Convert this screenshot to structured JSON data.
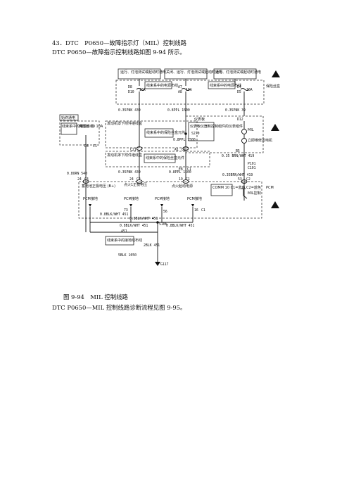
{
  "document": {
    "heading": "43．DTC　P0650—故障指示灯（MIL）控制线路",
    "intro": "DTC P0650—故障指示控制线路如图 9-94 所示。",
    "caption": "图 9-94　MIL 控制线路",
    "footnote": "DTC P0650—MIL 控制线路诊断流程见图 9-95。"
  },
  "diagram": {
    "relay_top_left": "运行、灯泡测试或起动时通电",
    "relay_top_mid": "关闭、运行、灯泡测试或起动时通电",
    "relay_top_right": "运行、灯泡测试或起动时通电",
    "fuse_block_label": "保险丝盒",
    "fuse_left_conn": "D8",
    "fuse_left_conn2": "D10",
    "fuse_left_rating": "10A",
    "fuse_left_bus": "线束系中的电源布线",
    "fuse_mid_conn": "A7",
    "fuse_mid_conn2": "A8",
    "fuse_mid_rating": "10A",
    "fuse_right_conn": "D4",
    "fuse_right_conn2": "D5",
    "fuse_right_rating": "10A",
    "fuse_right_bus": "线束系中的电源布线",
    "wire_left": "0.35PNK  439",
    "wire_mid": "0.8PPL  1500",
    "wire_right": "0.35PNK  39",
    "hot_label": "始终通电",
    "hot_bus": "线束系中的电源布线",
    "hot_fuse": "保险丝 19  10A",
    "hot_conn": "D8",
    "hot_c": "C1",
    "engine_fuse_block": "发动机罩下附件继线盒",
    "harness_fuse_ref1": "线束系中的保险丝盒元件",
    "splice_s270": "S270",
    "splice_c21": "C21",
    "splice_c2": "C2",
    "splice_a1": "A1",
    "wire_mid_lower": "0.8PPL  1500",
    "engine_fuse_block2": "发动机罩下附件继线盒",
    "harness_fuse_ref2": "线束系中的保险丝盒元件",
    "cluster_label": "仪表板",
    "cluster_desc": "仪表板仪器和控制组件的仪表组件",
    "mil_label": "MIL",
    "mil_desc": "立即维修发电机",
    "cluster_conn": "D12",
    "cluster_wire": "0.35  BRN/WHT  419",
    "cluster_b5": "B5",
    "cluster_p101": "P101",
    "cluster_c101": "C101",
    "pcm_wire": "0.35BRN/WHT  419",
    "pcm_conn": "53",
    "pcm_c": "C2",
    "wire_bat": "0.8ORN  540",
    "wire_ign": "0.35PNK  439",
    "wire_ppl": "0.8PPL  1500",
    "pcm_b1": "24",
    "pcm_c1": "C3",
    "pcm_b2": "24",
    "pcm_c2": "C2",
    "pcm_b3": "19",
    "pcm_c3": "C1",
    "pcm_e8": "E8",
    "pcm_c8": "C1",
    "pcm_label": "PCM",
    "pcm_bat": "蓄电池正极电压 (B+)",
    "pcm_ign": "点火1正极电压",
    "pcm_ignpwr": "点火起动电源",
    "pcm_gnd_a": "PCM接地",
    "pcm_gnd_b": "PCM接地",
    "pcm_gnd_c": "PCM接地",
    "pcm_gnd_d": "PCM接地",
    "pcm_mil_ctrl": "MIL控制",
    "pcm_legend": "COMM 10  C1=蓝色  C2=蓝色",
    "gnd_wire1": "0.8BLK/WHT  451",
    "gnd_wire2": "0.8BLK/WHT  451",
    "gnd_wire3": "0.8BLK/WHT  451",
    "gnd_wire4": "0.8BLK/WHT  451",
    "gnd_pin1": "73",
    "gnd_pin2": "56",
    "gnd_pin3": "16",
    "gnd_c3": "C1",
    "gnd_splice": "S106",
    "gnd_wire5": "451",
    "harness_ground": "线束系中的接地线布线",
    "gnd_wire6": "2BLK  451",
    "gnd_wire7": "5BLK  1050",
    "ground_point": "G117"
  }
}
